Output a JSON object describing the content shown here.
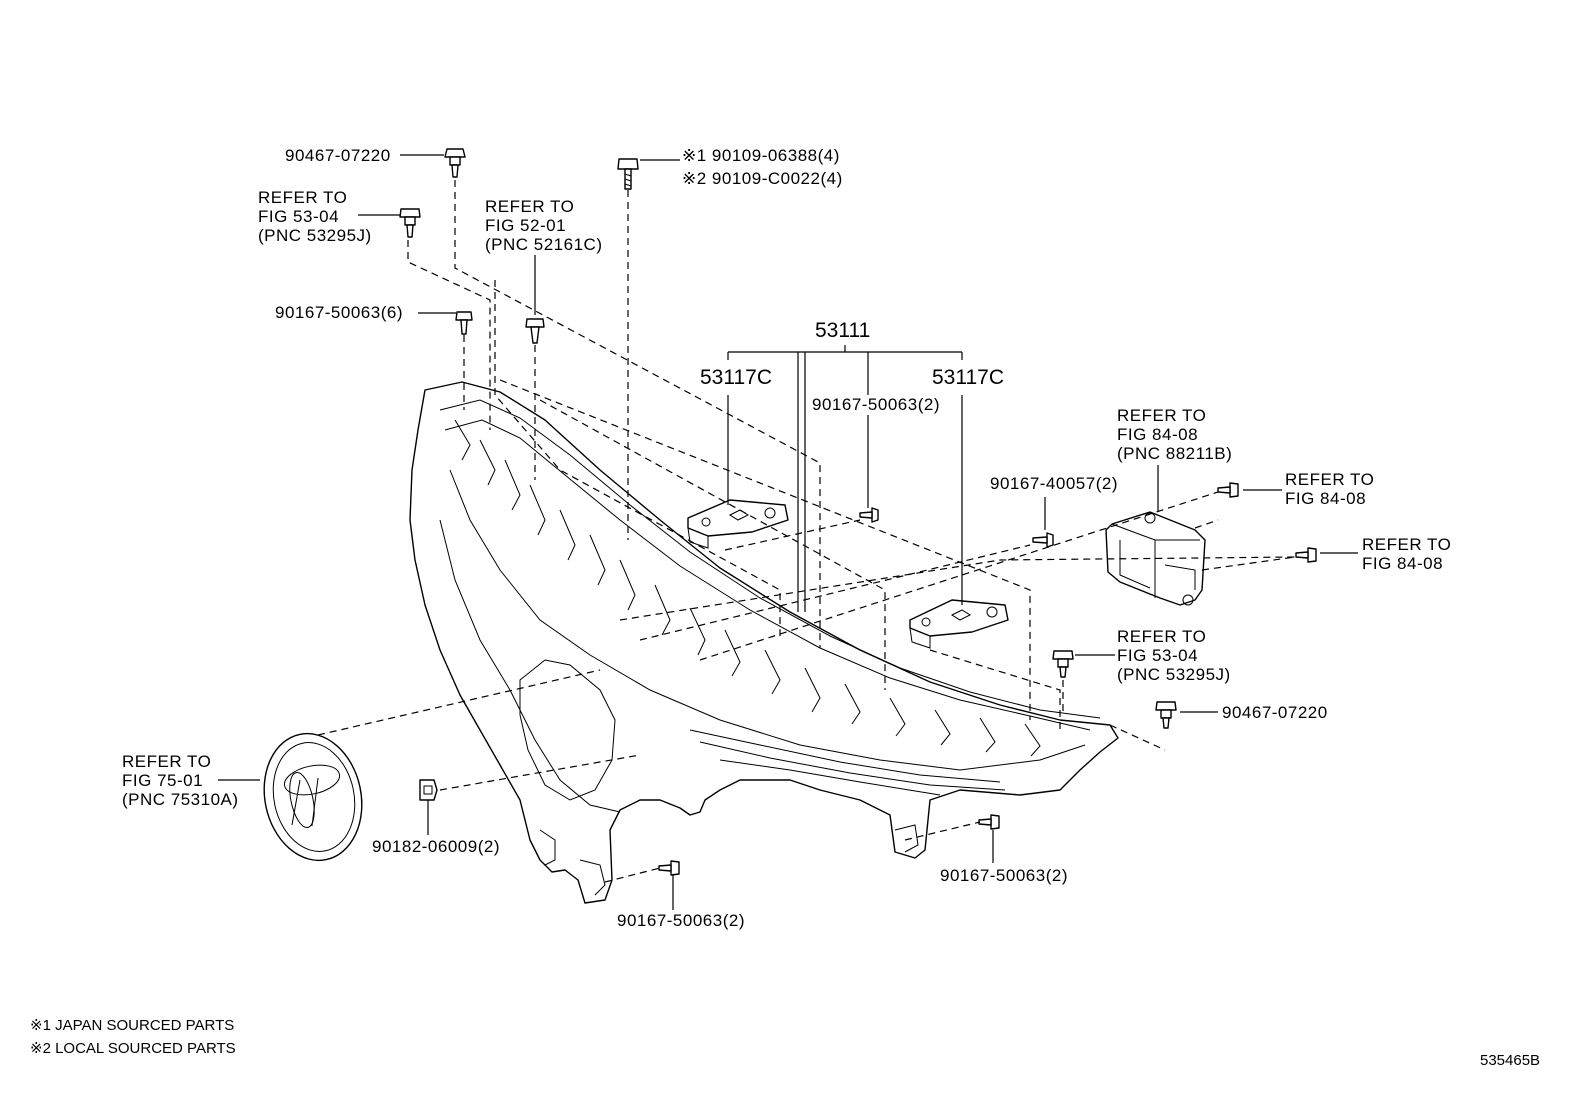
{
  "labels": {
    "p90467_top": "90467-07220",
    "refer_53_04_top_l1": "REFER TO",
    "refer_53_04_top_l2": "FIG 53-04",
    "refer_53_04_top_l3": "(PNC 53295J)",
    "refer_52_01_l1": "REFER TO",
    "refer_52_01_l2": "FIG 52-01",
    "refer_52_01_l3": "(PNC 52161C)",
    "p90109_jp": "※1 90109-06388(4)",
    "p90109_local": "※2 90109-C0022(4)",
    "p90167_6": "90167-50063(6)",
    "p53111": "53111",
    "p53117c_left": "53117C",
    "p53117c_right": "53117C",
    "p90167_mid_2": "90167-50063(2)",
    "p90167_40057": "90167-40057(2)",
    "refer_84_08_a_l1": "REFER TO",
    "refer_84_08_a_l2": "FIG 84-08",
    "refer_84_08_a_l3": "(PNC 88211B)",
    "refer_84_08_b_l1": "REFER TO",
    "refer_84_08_b_l2": "FIG 84-08",
    "refer_84_08_c_l1": "REFER TO",
    "refer_84_08_c_l2": "FIG 84-08",
    "refer_53_04_bot_l1": "REFER TO",
    "refer_53_04_bot_l2": "FIG 53-04",
    "refer_53_04_bot_l3": "(PNC 53295J)",
    "p90467_right": "90467-07220",
    "refer_75_01_l1": "REFER TO",
    "refer_75_01_l2": "FIG 75-01",
    "refer_75_01_l3": "(PNC 75310A)",
    "p90182": "90182-06009(2)",
    "p90167_bot_right": "90167-50063(2)",
    "p90167_bot_center": "90167-50063(2)"
  },
  "footnotes": {
    "note1": "※1 JAPAN SOURCED PARTS",
    "note2": "※2 LOCAL SOURCED PARTS"
  },
  "figure_id": "535465B"
}
